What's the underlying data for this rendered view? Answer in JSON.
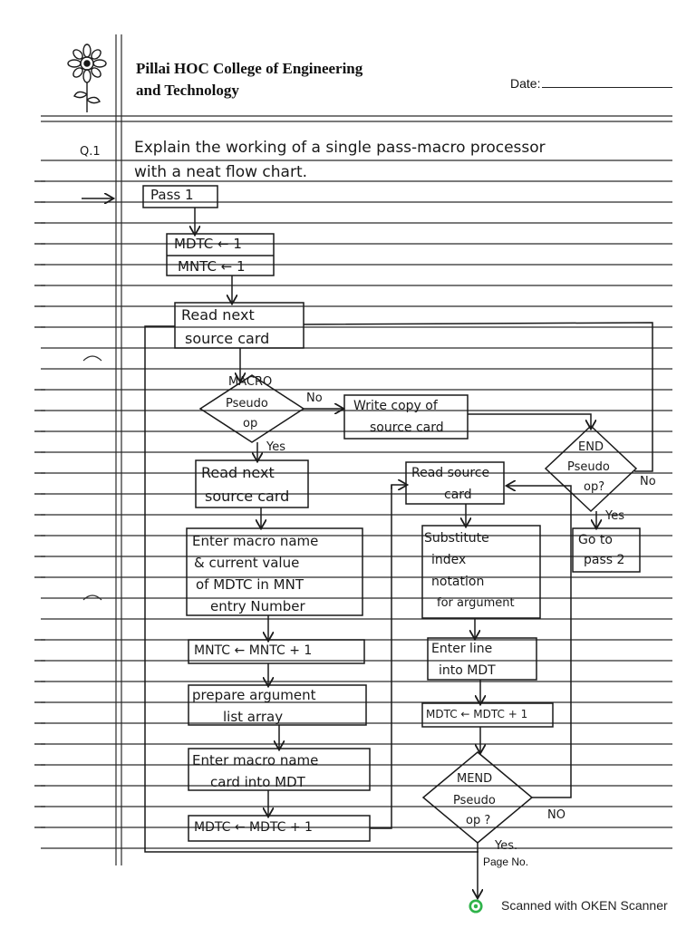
{
  "header": {
    "college_line1": "Pillai  HOC College of Engineering",
    "college_line2": "and Technology",
    "date_label": "Date:"
  },
  "question": {
    "number": "Q.1",
    "line1": "Explain the working of a single pass-macro processor",
    "line2": "with a neat flow chart."
  },
  "flowchart": {
    "pass1": "Pass 1",
    "init1": "MDTC ← 1",
    "init2": "MNTC ← 1",
    "read_next_1": "Read next",
    "read_next_2": "source card",
    "macro_1": "MACRO",
    "macro_2": "Pseudo",
    "macro_3": "op",
    "no_label_1": "No",
    "yes_label_1": "Yes",
    "write_copy_1": "Write copy of",
    "write_copy_2": "source card",
    "end_1": "END",
    "end_2": "Pseudo",
    "end_3": "op?",
    "no_label_2": "No",
    "yes_label_2": "Yes",
    "goto_1": "Go to",
    "goto_2": "pass 2",
    "read_next2_1": "Read next",
    "read_next2_2": "source card",
    "enter_macro_1": "Enter macro name",
    "enter_macro_2": "& current value",
    "enter_macro_3": "of MDTC in MNT",
    "enter_macro_4": "entry Number",
    "mntc_inc": "MNTC ← MNTC + 1",
    "prepare_1": "prepare argument",
    "prepare_2": "list array",
    "enter_card_1": "Enter macro name",
    "enter_card_2": "card into MDT",
    "mdtc_inc_left": "MDTC ← MDTC + 1",
    "read_src_1": "Read source",
    "read_src_2": "card",
    "subst_1": "Substitute",
    "subst_2": "index",
    "subst_3": "notation",
    "subst_4": "for argument",
    "enter_line_1": "Enter line",
    "enter_line_2": "into MDT",
    "mdtc_inc_mid": "MDTC ← MDTC + 1",
    "mend_1": "MEND",
    "mend_2": "Pseudo",
    "mend_3": "op ?",
    "no_label_3": "NO",
    "yes_label_3": "Yes."
  },
  "footer": {
    "page_no_label": "Page No.",
    "scanner_label": "Scanned with OKEN Scanner"
  },
  "colors": {
    "ink": "#1a1a1a",
    "rule": "#2a2a2a",
    "scanner_icon": "#2fb34a"
  }
}
